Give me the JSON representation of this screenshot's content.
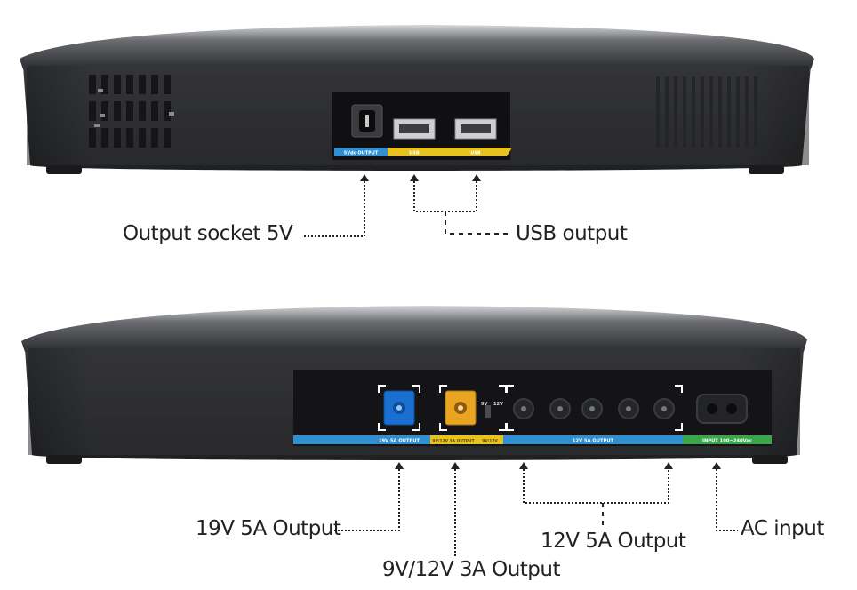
{
  "top_unit": {
    "panel_labels": {
      "dc_output": "5Vdc OUTPUT",
      "usb1": "USB",
      "usb2": "USB"
    },
    "callouts": {
      "output_socket": "Output socket 5V",
      "usb_output": "USB output"
    }
  },
  "bottom_unit": {
    "panel_labels": {
      "out19v": "19V  5A  OUTPUT",
      "out9v": "9V/12V 3A OUTPUT",
      "switch": "9V/12V",
      "out12v": "12V 5A  OUTPUT",
      "input": "INPUT 100~240Vac",
      "switch_9v": "9V",
      "switch_12v": "12V"
    },
    "callouts": {
      "out19v": "19V 5A Output",
      "out9v12v": "9V/12V 3A Output",
      "out12v": "12V 5A Output",
      "ac_input": "AC input"
    }
  },
  "colors": {
    "housing": "#2b2c2f",
    "blue_strip": "#2f8fd0",
    "yellow_strip": "#e8c21e",
    "green_strip": "#3aa64a",
    "blue_port": "#1b6fd0",
    "amber_port": "#e9a521"
  }
}
